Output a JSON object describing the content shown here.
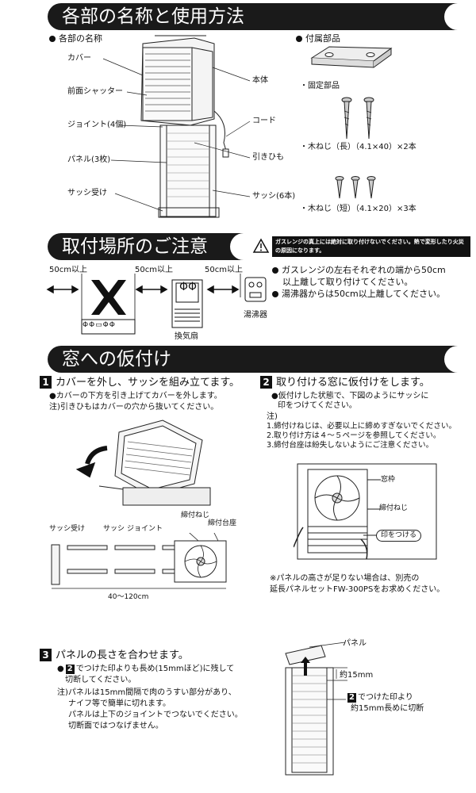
{
  "sections": {
    "parts_title": "各部の名称と使用方法",
    "caution_title": "取付場所のご注意",
    "temp_install_title": "窓への仮付け"
  },
  "parts": {
    "heading": "各部の名称",
    "cover": "カバー",
    "front_shutter": "前面シャッター",
    "joint": "ジョイント(4個)",
    "panel": "パネル(3枚)",
    "sash_receiver": "サッシ受け",
    "body": "本体",
    "cord": "コード",
    "pull_string": "引きひも",
    "sash": "サッシ(6本)"
  },
  "accessories": {
    "heading": "付属部品",
    "fixing_part": "・固定部品",
    "screw_long": "・木ねじ（長）（4.1×40）×2本",
    "screw_short": "・木ねじ（短）（4.1×20）×3本"
  },
  "caution": {
    "warning": "ガスレンジの真上には絶対に取り付けないでください。熱で変形したり火災の原因になります。",
    "dist1": "50cm以上",
    "dist2": "50cm以上",
    "dist3": "50cm以上",
    "fan_label": "換気扇",
    "heater_label": "湯沸器",
    "note1_a": "ガスレンジの左右それぞれの端から50cm",
    "note1_b": "以上離して取り付けてください。",
    "note2": "湯沸器からは50cm以上離してください。",
    "stove_knobs": "ΦΦ▭ΦΦ",
    "fan_glyph": "ΦΦ"
  },
  "step1": {
    "num": "1",
    "title": "カバーを外し、サッシを組み立てます。",
    "line1": "●カバーの下方を引き上げてカバーを外します。",
    "line2": "注)引きひもはカバーの穴から抜いてください。",
    "lbl_sash_receiver": "サッシ受け",
    "lbl_sash": "サッシ",
    "lbl_joint": "ジョイント",
    "lbl_screw": "締付ねじ",
    "lbl_base": "締付台座",
    "dim": "40〜120cm"
  },
  "step2": {
    "num": "2",
    "title": "取り付ける窓に仮付けをします。",
    "line1": "●仮付けした状態で、下図のようにサッシに",
    "line2": "印をつけてください。",
    "note_head": "注)",
    "note1": "1.締付けねじは、必要以上に締めすぎないでください。",
    "note2": "2.取り付け方は４〜５ページを参照してください。",
    "note3": "3.締付台座は紛失しないようにご注意ください。",
    "lbl_window_frame": "窓枠",
    "lbl_screw": "締付ねじ",
    "lbl_mark": "印をつける",
    "foot1": "※パネルの高さが足りない場合は、別売の",
    "foot2": "延長パネルセットFW-300PSをお求めください。"
  },
  "step3": {
    "num": "3",
    "title": "パネルの長さを合わせます。",
    "ref_num": "2",
    "line1": "でつけた印よりも長め(15mmほど)に残して",
    "line2": "切断してください。",
    "note1": "注)パネルは15mm間隔で肉のうすい部分があり、",
    "note2": "ナイフ等で簡単に切れます。",
    "note3": "パネルは上下のジョイントでつないでください。",
    "note4": "切断面ではつなげません。",
    "lbl_panel": "パネル",
    "lbl_15mm": "約15mm",
    "lbl_cut1": "でつけた印より",
    "lbl_cut2": "約15mm長めに切断"
  }
}
